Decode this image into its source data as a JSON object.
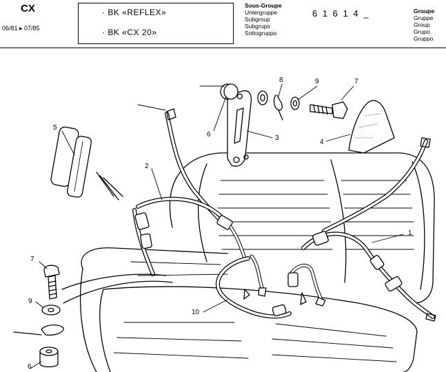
{
  "header": {
    "model": "CX",
    "dates": "06/81 ▸ 07/85",
    "variants": [
      "· BK «REFLEX»",
      "· BK «CX 20»"
    ],
    "subgroup_labels": [
      "Sous-Groupe",
      "Untergruppe",
      "Subgroup",
      "Subgrupo",
      "Sottogruppo"
    ],
    "code": "6 1 6  1 4  _",
    "group_labels": [
      "Groupe",
      "Gruppe",
      "Group",
      "Grupo",
      "Gruppo"
    ]
  },
  "callouts": [
    "1",
    "2",
    "3",
    "4",
    "5",
    "6",
    "7",
    "8",
    "9",
    "10",
    "7",
    "9",
    "6"
  ],
  "colors": {
    "ink": "#000000",
    "paper": "#ffffff"
  }
}
